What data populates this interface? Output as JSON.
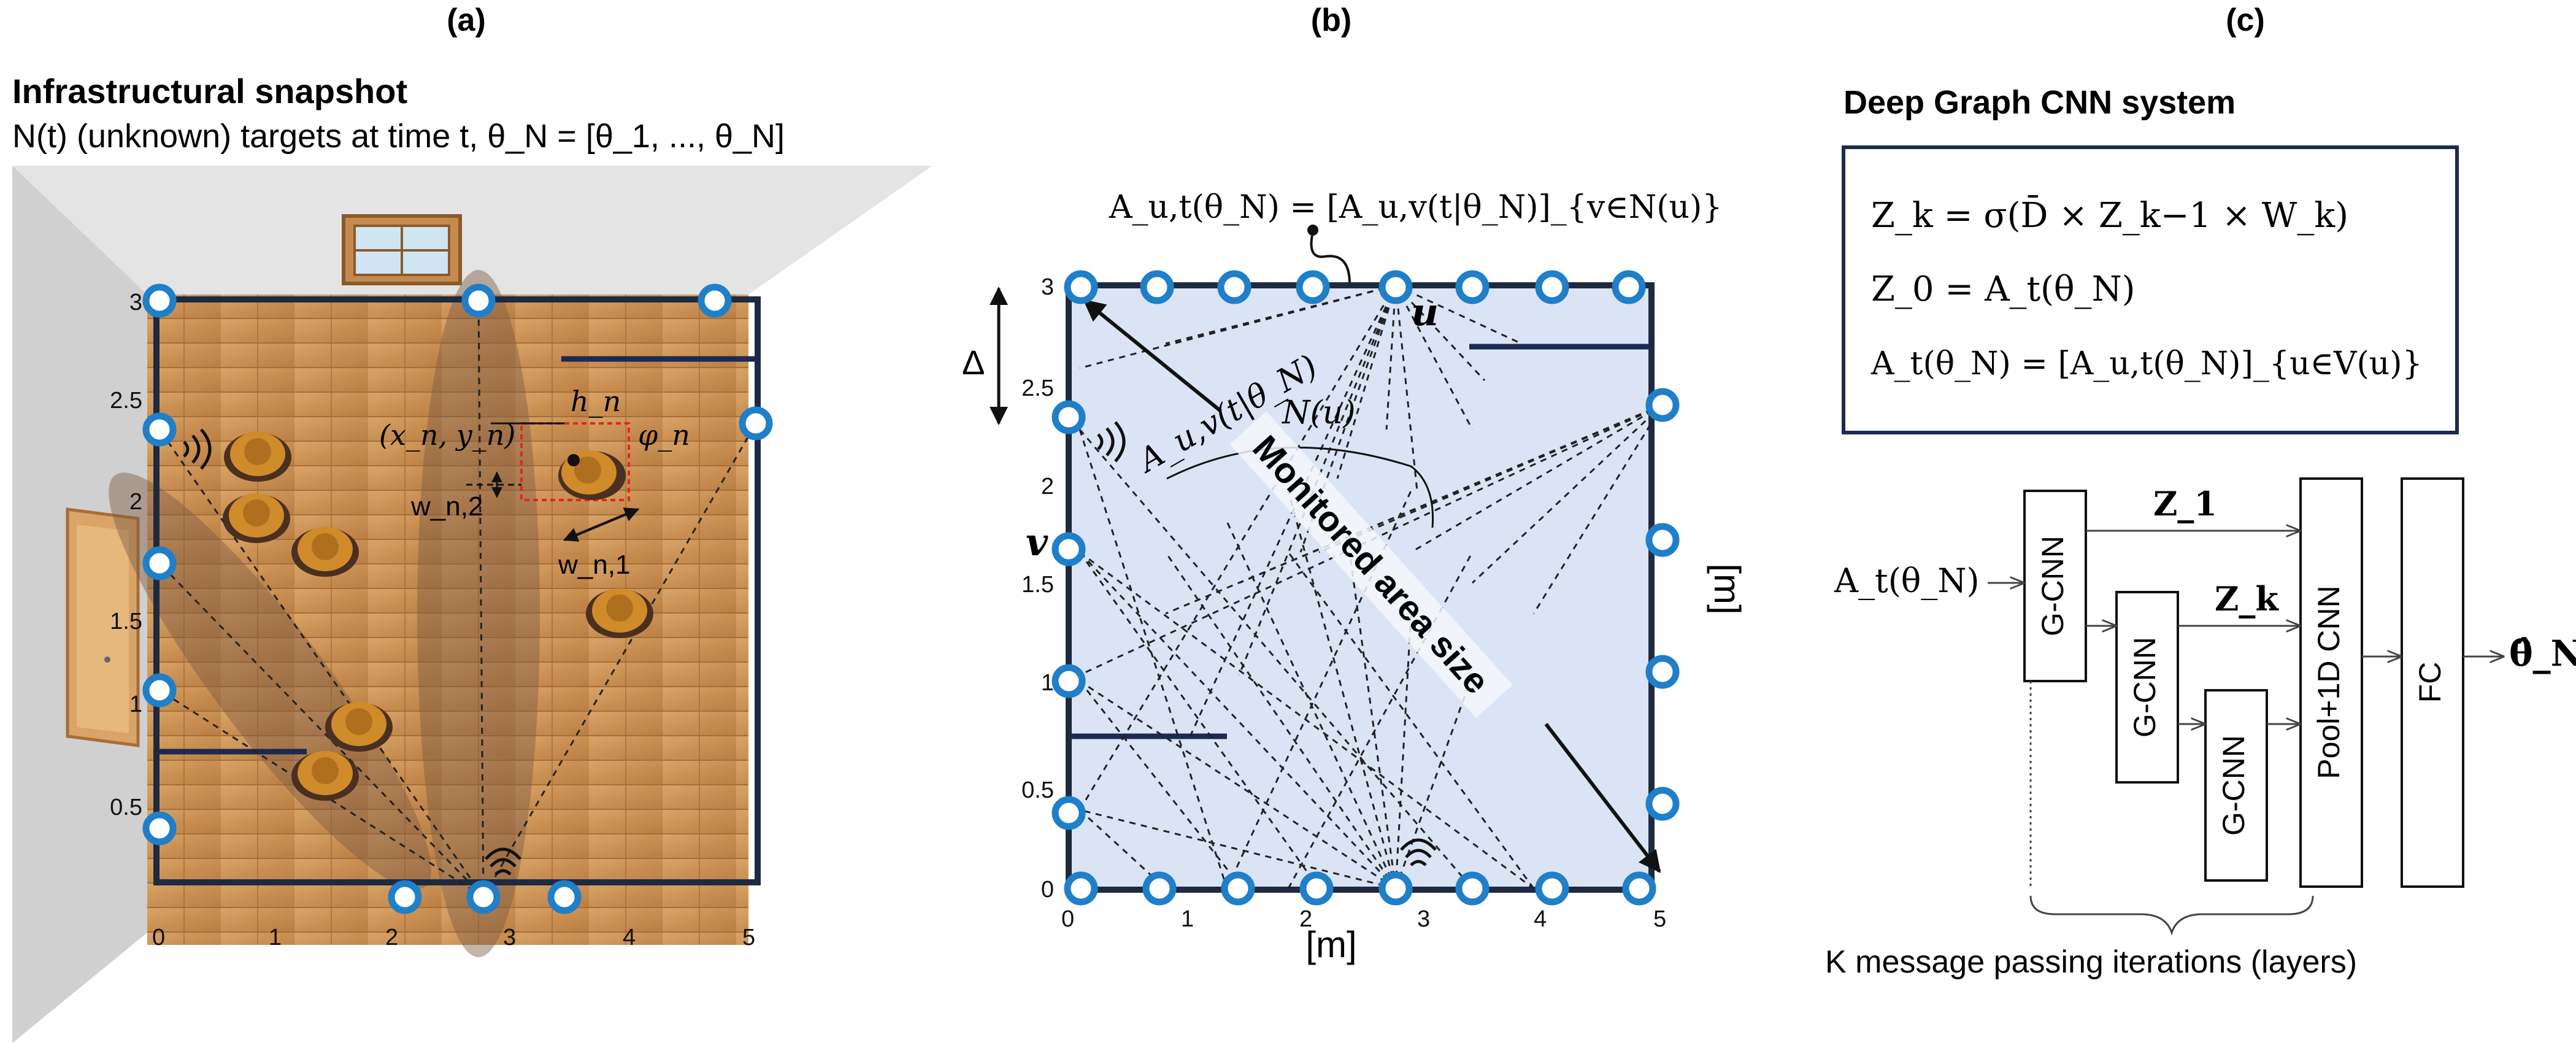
{
  "panel_a": {
    "tag": "(a)",
    "title": "Infrastructural snapshot",
    "subtitle": "N(t) (unknown) targets at time t, θ_N = [θ_1, ..., θ_N]",
    "x_ticks": [
      "0",
      "1",
      "2",
      "3",
      "4",
      "5"
    ],
    "y_ticks": [
      "0.5",
      "1",
      "1.5",
      "2",
      "2.5",
      "3"
    ],
    "pos_label": "(x_n, y_n)",
    "h_label": "h_n",
    "phi_label": "φ_n",
    "w2_label": "w_n,2",
    "w1_label": "w_n,1"
  },
  "panel_b": {
    "tag": "(b)",
    "a_formula": "A_u,t(θ_N) = [A_u,v(t|θ_N)]_{v∈N(u)}",
    "delta_label": "Δ",
    "u_label": "u",
    "v_label": "v",
    "auv_label": "A_u,v(t|θ_N)",
    "nu_label": "N(u)",
    "monitored_label": "Monitored area size",
    "x_unit": "[m]",
    "y_unit": "[m]",
    "x_ticks": [
      "0",
      "1",
      "2",
      "3",
      "4",
      "5"
    ],
    "y_ticks": [
      "0",
      "0.5",
      "1",
      "1.5",
      "2",
      "2.5",
      "3"
    ]
  },
  "panel_c": {
    "tag": "(c)",
    "title": "Deep Graph CNN system",
    "eq1": "Z_k = σ(D̄ × Z_k−1 × W_k)",
    "eq2": "Z_0 = A_t(θ_N)",
    "eq3": "A_t(θ_N) = [A_u,t(θ_N)]_{u∈V(u)}",
    "input_label": "A_t(θ_N)",
    "z1_label": "Z_1",
    "zk_label": "Z_k",
    "gcnn1": "G-CNN",
    "gcnn2": "G-CNN",
    "gcnn3": "G-CNN",
    "pool": "Pool+1D CNN",
    "fc": "FC",
    "output_label": "θ̂_N",
    "footer": "K message passing iterations (layers)"
  },
  "colors": {
    "node_fill": "#1f7fc9",
    "node_stroke": "#0a3f73",
    "floor": "#c98f52",
    "area_bg": "#dbe4f5",
    "wall_line": "#1b2a4e",
    "highlight": "#e8241c"
  }
}
